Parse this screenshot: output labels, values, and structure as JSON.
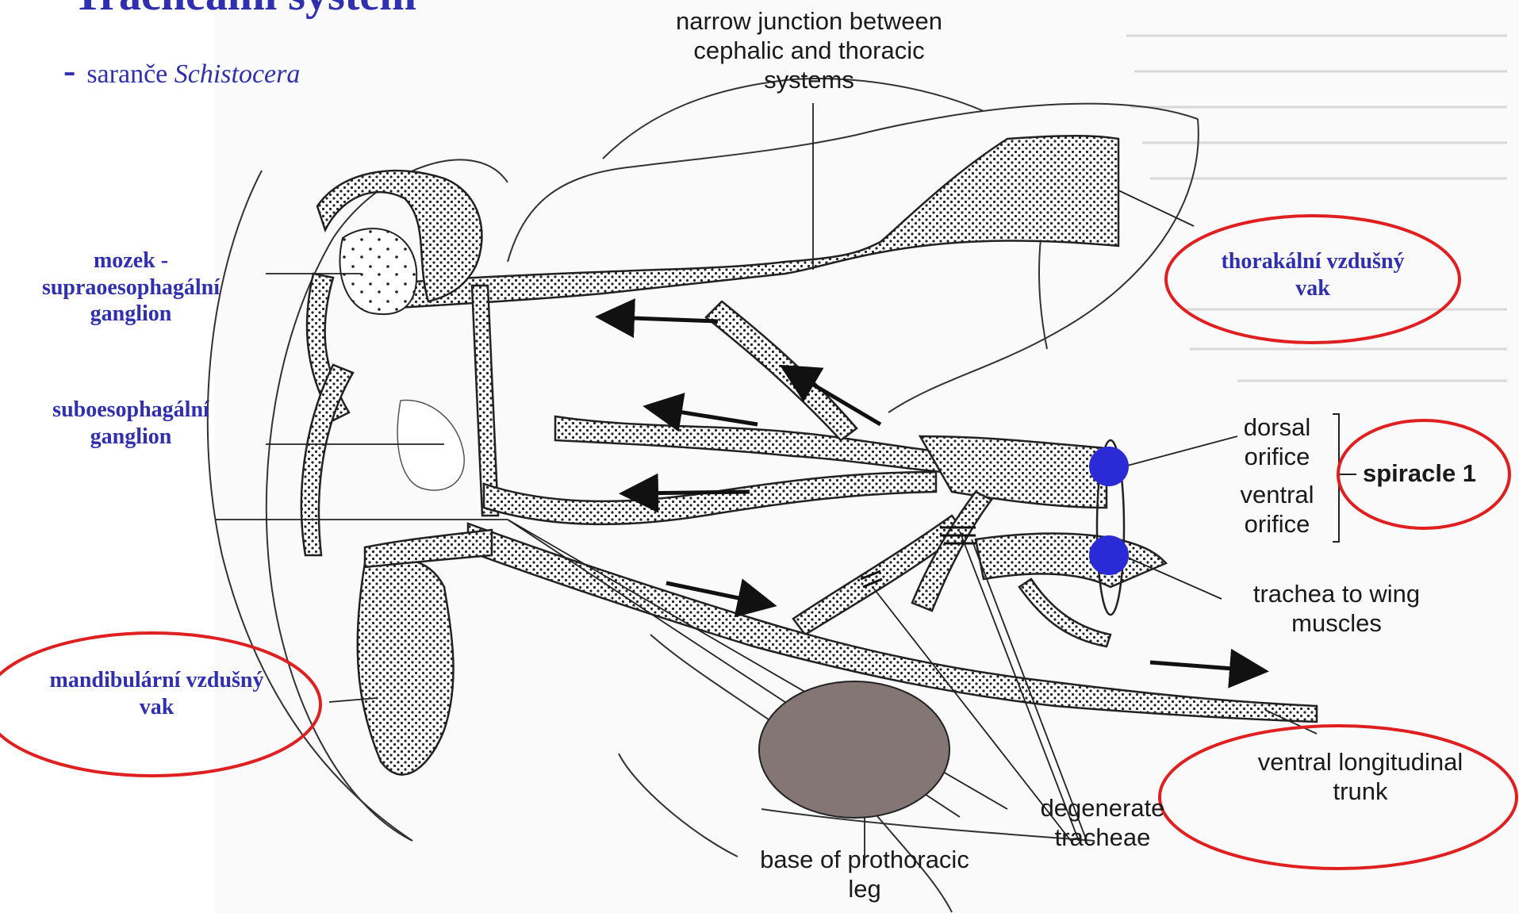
{
  "title": "Tracheální systém",
  "subtitle": {
    "dash": "-",
    "prefix": "saranče",
    "genus": "Schistocera"
  },
  "labels_cz": {
    "brain": [
      "mozek -",
      "supraoesophagální",
      "ganglion"
    ],
    "subesophageal": [
      "suboesophagální",
      "ganglion"
    ],
    "mandibular_sac": [
      "mandibulární vzdušný",
      "vak"
    ],
    "thoracic_sac": [
      "thorakální vzdušný",
      "vak"
    ]
  },
  "labels_en": {
    "junction": [
      "narrow junction between",
      "cephalic and thoracic",
      "systems"
    ],
    "dorsal_orifice": [
      "dorsal",
      "orifice"
    ],
    "ventral_orifice": [
      "ventral",
      "orifice"
    ],
    "spiracle": "spiracle 1",
    "wing_trachea": [
      "trachea to wing",
      "muscles"
    ],
    "ventral_trunk": [
      "ventral longitudinal",
      "trunk"
    ],
    "degenerate": [
      "degenerate",
      "tracheae"
    ],
    "leg_base": [
      "base of prothoracic",
      "leg"
    ]
  },
  "colors": {
    "text_blue": "#2f2fb0",
    "ellipse_red": "#e02020",
    "marker_blue": "#2a2ad6",
    "leg_fill": "#857676",
    "line": "#222222"
  }
}
